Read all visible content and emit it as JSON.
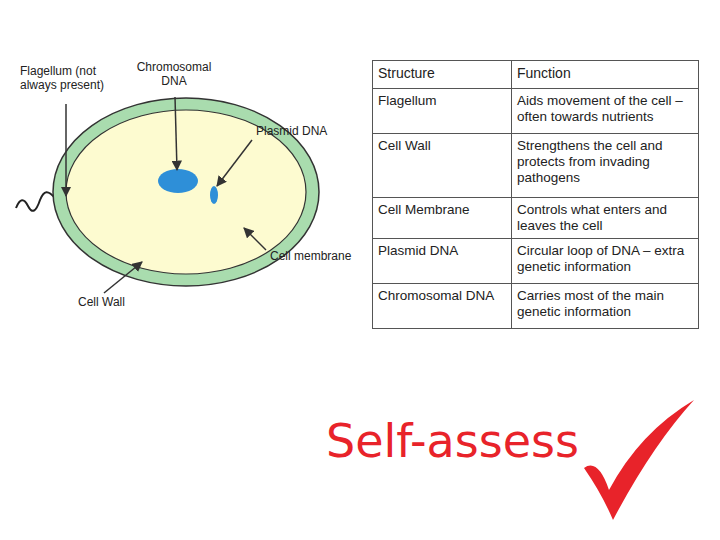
{
  "diagram": {
    "labels": [
      "Flagellum (not always present)",
      "Chromosomal DNA",
      "Plasmid DNA",
      "Cell membrane",
      "Cell Wall",
      "Structure",
      "Function",
      "Flagellum",
      "Aids movement of the cell – often towards nutrients",
      "Cell Wall",
      "Strengthens the cell and protects from invading pathogens",
      "Cell Membrane",
      "Controls what enters and leaves the cell",
      "Plasmid DNA",
      "Circular loop of DNA – extra genetic information",
      "Chromosomal DNA",
      "Carries most of the main genetic information",
      "Self-assess"
    ]
  }
}
